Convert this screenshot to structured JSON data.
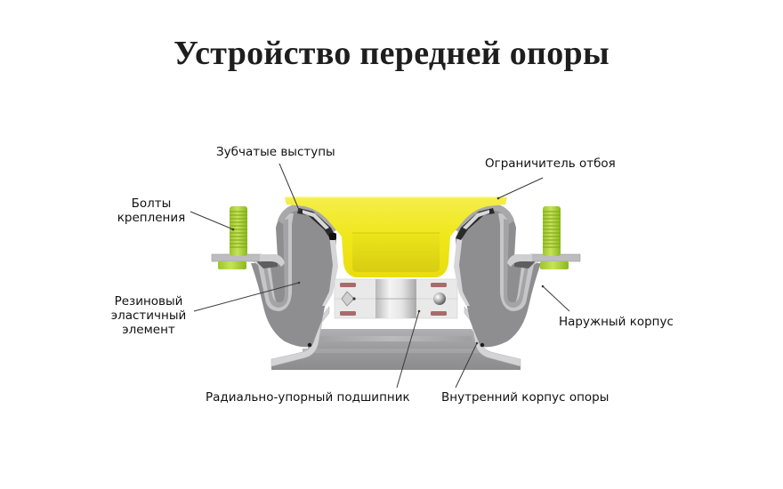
{
  "title": "Устройство передней опоры",
  "colors": {
    "limiter_yellow": "#f2ea1c",
    "bolt_green": "#b6d93a",
    "rubber_gray": "#8f8f91",
    "housing_light": "#c9c9cb",
    "bearing_white": "#e8e8e8",
    "bearing_seal": "#a86b6b",
    "leader_line": "#3a3a3a",
    "text": "#111111"
  },
  "labels": {
    "teeth": "Зубчатые выступы",
    "rebound_limiter": "Ограничитель отбоя",
    "bolts": {
      "line1": "Болты",
      "line2": "крепления"
    },
    "rubber_element": {
      "line1": "Резиновый",
      "line2": "эластичный",
      "line3": "элемент"
    },
    "outer_housing": "Наружный корпус",
    "bearing": "Радиально-упорный подшипник",
    "inner_housing": "Внутренний корпус опоры"
  }
}
